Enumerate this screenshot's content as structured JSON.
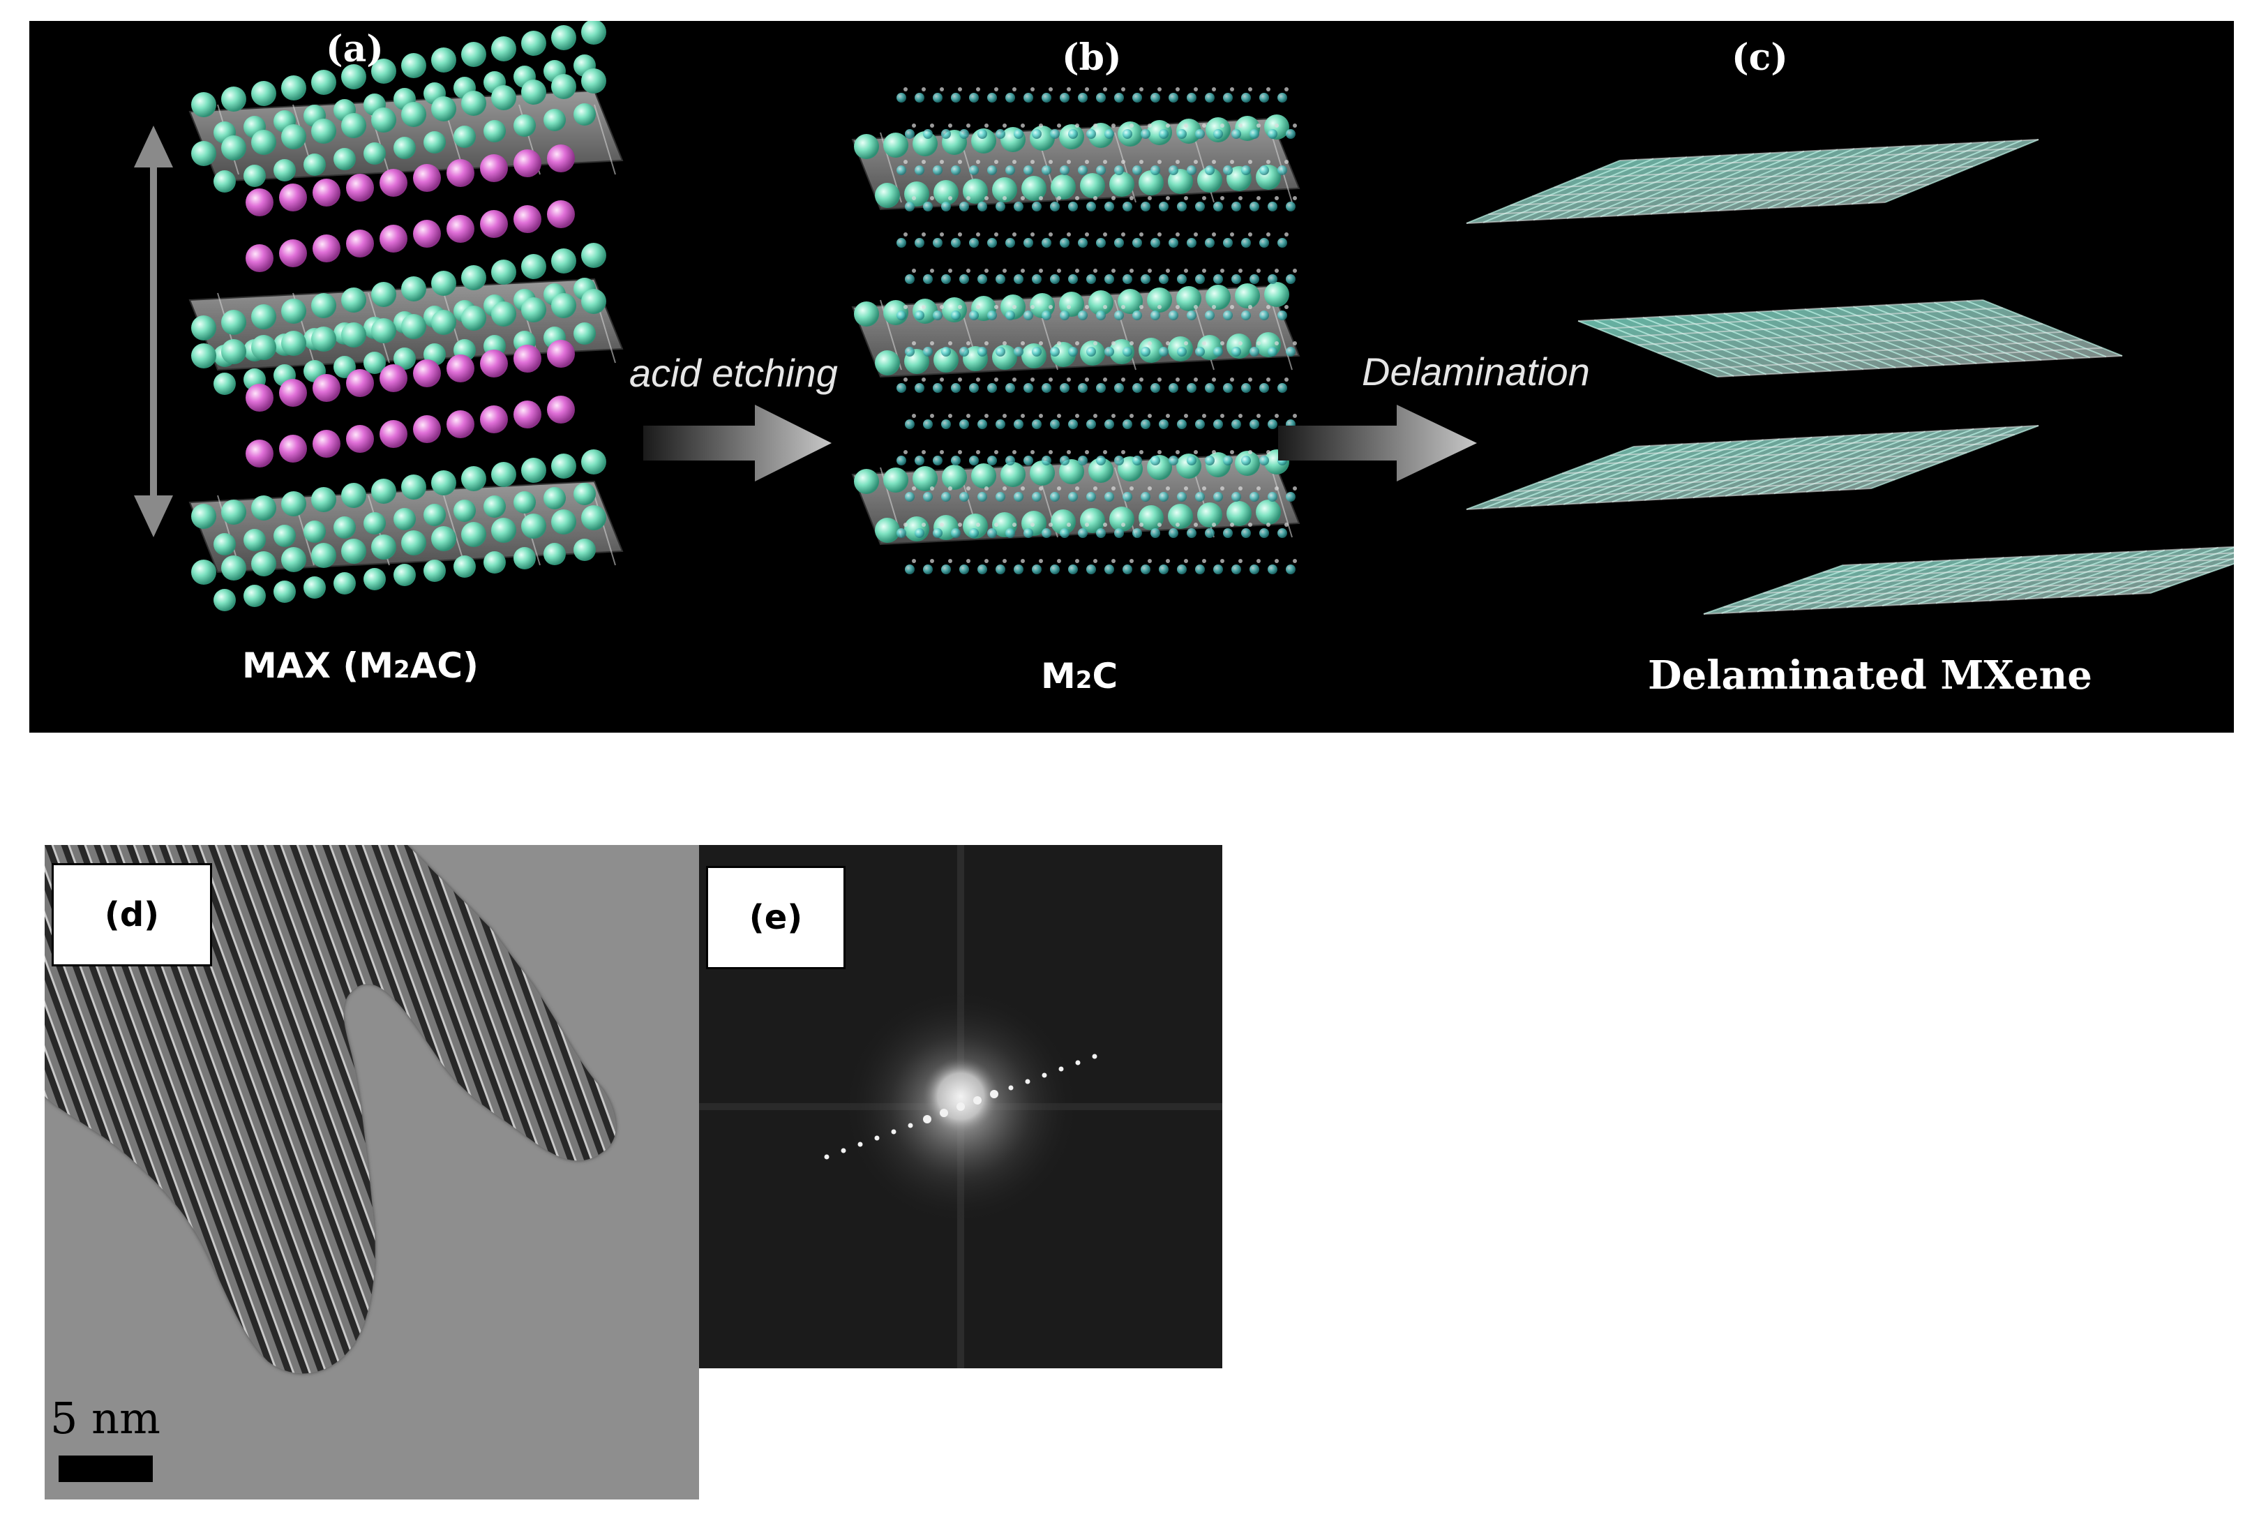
{
  "scheme": {
    "panel_a_label": "(a)",
    "panel_b_label": "(b)",
    "panel_c_label": "(c)",
    "arrow1_text": "acid etching",
    "arrow2_text": "Delamination",
    "caption_a_prefix": "MAX (M",
    "caption_a_sub": "2",
    "caption_a_suffix": "AC)",
    "caption_b_prefix": "M",
    "caption_b_sub": "2",
    "caption_b_suffix": "C",
    "caption_c": "Delaminated MXene"
  },
  "colors": {
    "m_atom": "#7fe3c2",
    "a_atom": "#e070d8",
    "x_atom": "#5fd0d0",
    "octahedron": "#8c8c8c",
    "background": "#000000"
  },
  "tem": {
    "panel_d_label": "(d)",
    "panel_e_label": "(e)",
    "scale_text": "5 nm"
  }
}
